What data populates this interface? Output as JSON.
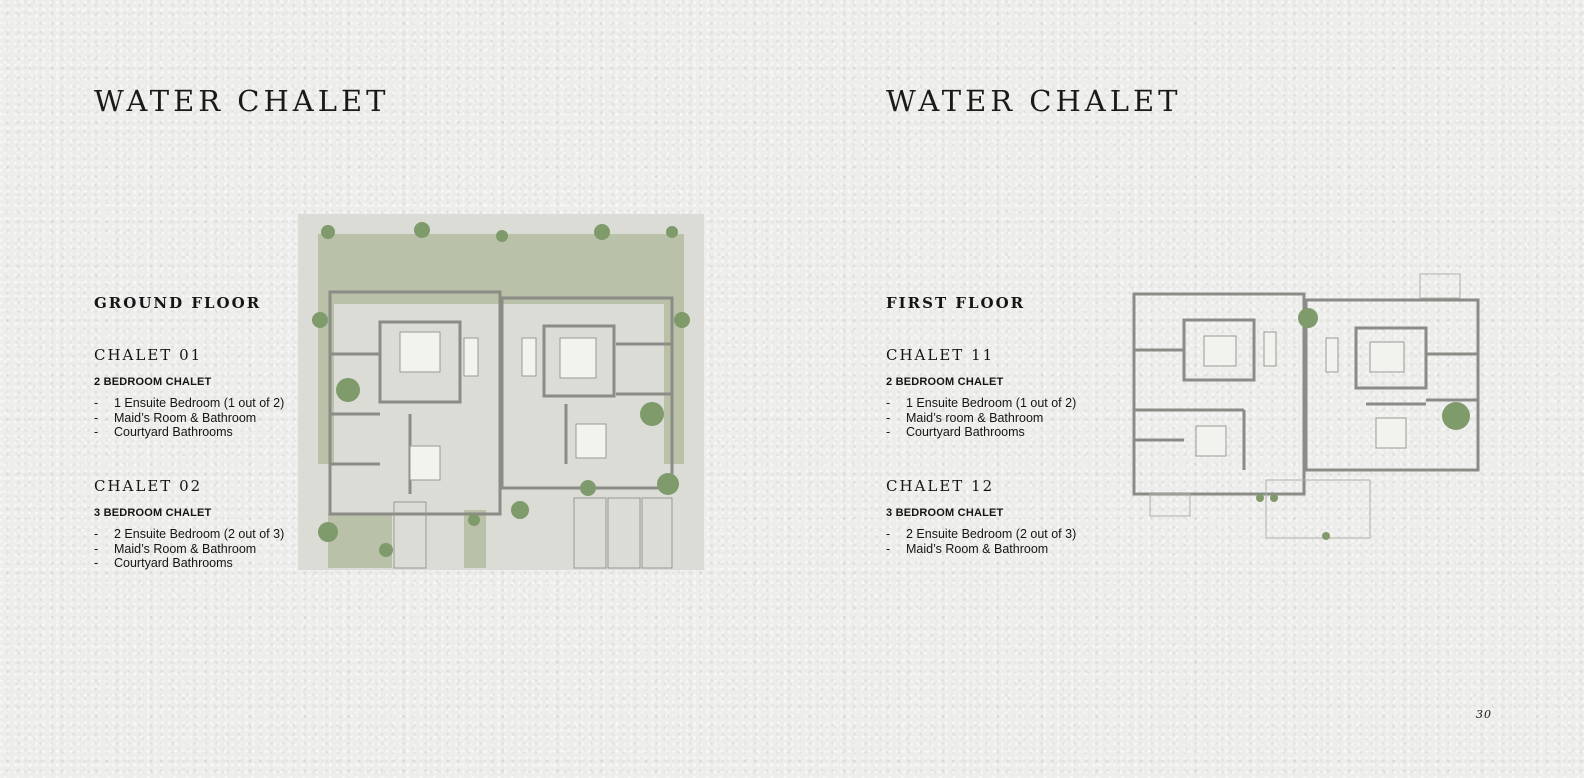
{
  "left": {
    "title": "WATER CHALET",
    "floor_label": "GROUND FLOOR",
    "chalets": [
      {
        "name": "CHALET 01",
        "type": "2 BEDROOM CHALET",
        "features": [
          "1 Ensuite Bedroom (1 out of 2)",
          "Maid’s Room & Bathroom",
          "Courtyard Bathrooms"
        ]
      },
      {
        "name": "CHALET 02",
        "type": "3 BEDROOM CHALET",
        "features": [
          "2 Ensuite Bedroom (2 out of 3)",
          "Maid’s Room & Bathroom",
          "Courtyard Bathrooms"
        ]
      }
    ]
  },
  "right": {
    "title": "WATER CHALET",
    "floor_label": "FIRST FLOOR",
    "chalets": [
      {
        "name": "CHALET 11",
        "type": "2 BEDROOM CHALET",
        "features": [
          "1 Ensuite Bedroom (1 out of 2)",
          "Maid’s room & Bathroom",
          "Courtyard Bathrooms"
        ]
      },
      {
        "name": "CHALET 12",
        "type": "3 BEDROOM CHALET",
        "features": [
          "2 Ensuite Bedroom (2 out of 3)",
          "Maid’s Room & Bathroom"
        ]
      }
    ]
  },
  "page_number": "30",
  "colors": {
    "paper": "#ededeb",
    "garden": "#b7bfa6",
    "tree": "#7f9a6b",
    "wall": "#8c8c86"
  }
}
